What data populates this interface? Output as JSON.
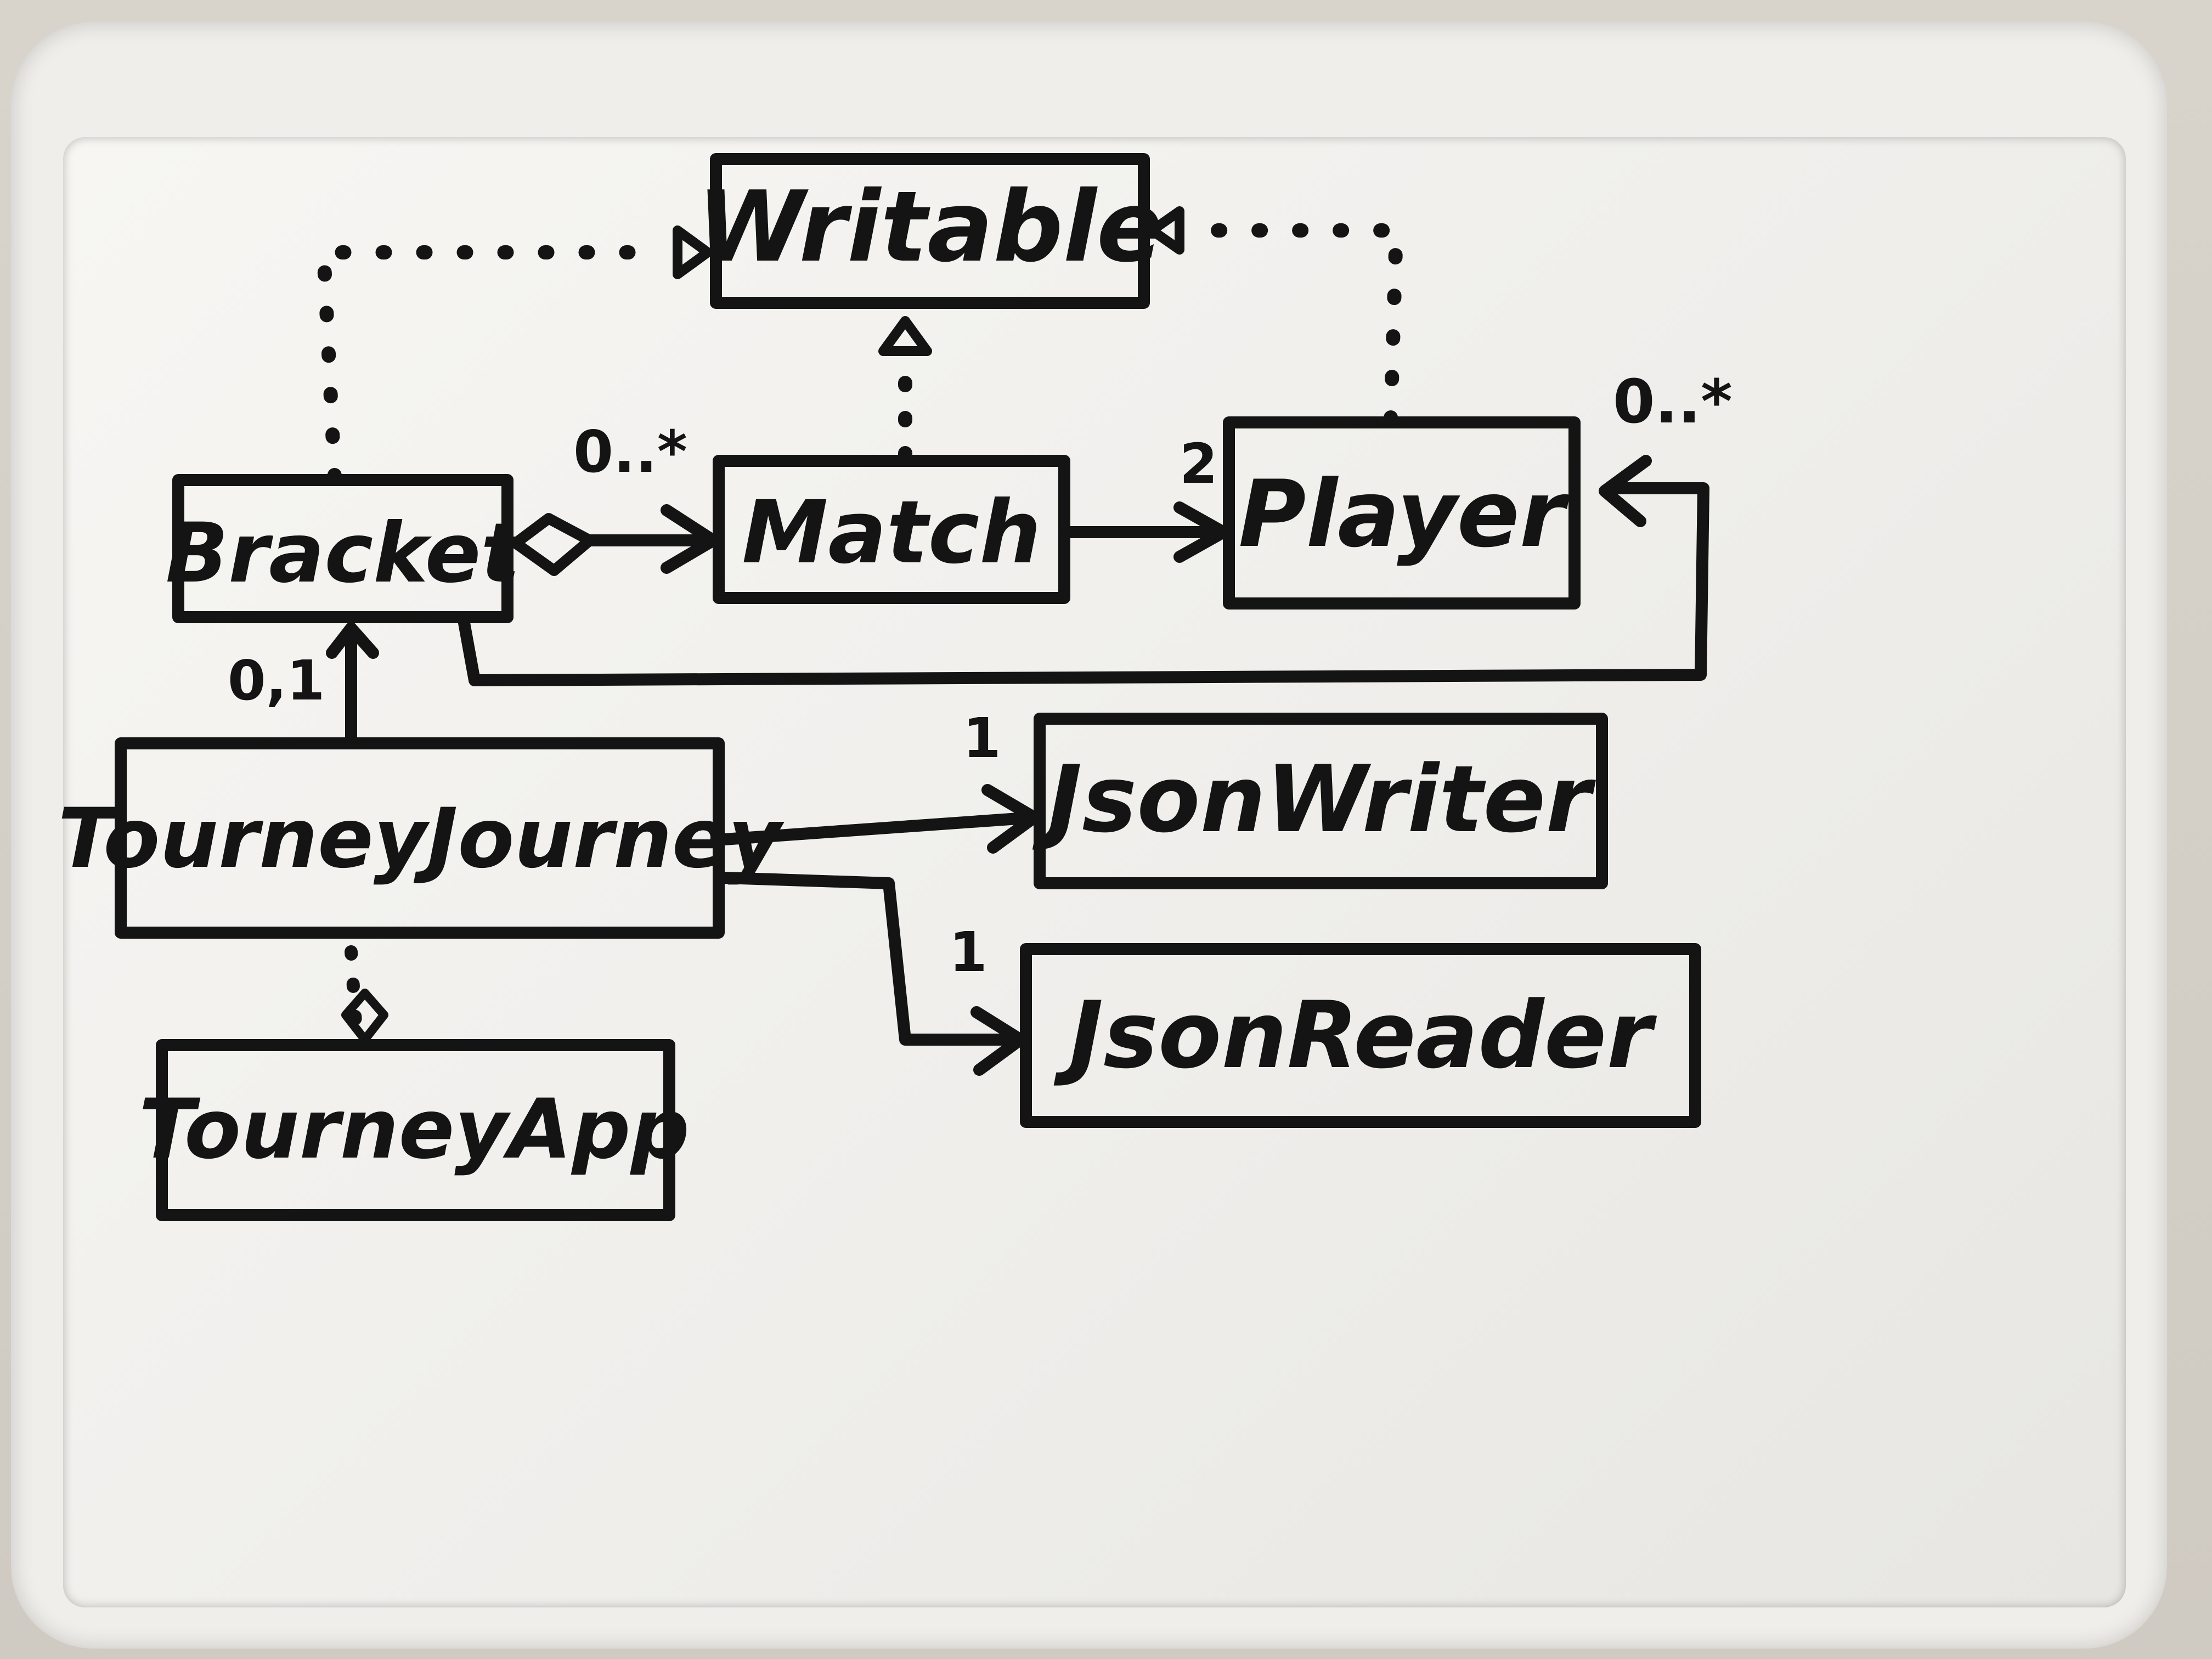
{
  "diagram": {
    "nodes": {
      "writable": {
        "label": "Writable"
      },
      "bracket": {
        "label": "Bracket"
      },
      "match": {
        "label": "Match"
      },
      "player": {
        "label": "Player"
      },
      "tourney_journey": {
        "label": "TourneyJourney"
      },
      "json_writer": {
        "label": "JsonWriter"
      },
      "json_reader": {
        "label": "JsonReader"
      },
      "tourney_app": {
        "label": "TourneyApp"
      }
    },
    "multiplicities": {
      "bracket_match": "0..*",
      "match_player": "2",
      "player_self": "0..*",
      "journey_bracket": "0,1",
      "journey_writer": "1",
      "journey_reader": "1"
    },
    "ink_color": "#141414"
  }
}
